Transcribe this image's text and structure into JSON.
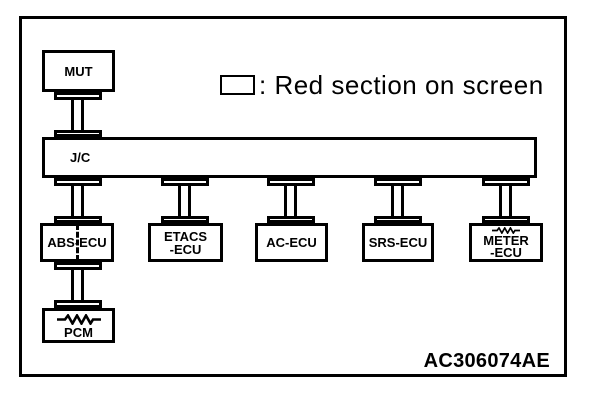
{
  "legend": {
    "text": ": Red section on screen"
  },
  "nodes": {
    "mut": {
      "label": "MUT"
    },
    "jc": {
      "label": "J/C"
    },
    "abs_ecu": {
      "label": "ABS-ECU"
    },
    "etacs_ecu": {
      "label_line1": "ETACS",
      "label_line2": "-ECU"
    },
    "ac_ecu": {
      "label": "AC-ECU"
    },
    "srs_ecu": {
      "label": "SRS-ECU"
    },
    "meter_ecu": {
      "label_line1": "METER",
      "label_line2": "-ECU"
    },
    "pcm": {
      "label": "PCM"
    }
  },
  "figure_code": "AC306074AE",
  "icons": {
    "termination_resistor": "-∧∧∧-",
    "dashed_split": "┆"
  },
  "colors": {
    "line": "#000000",
    "background": "#ffffff"
  }
}
